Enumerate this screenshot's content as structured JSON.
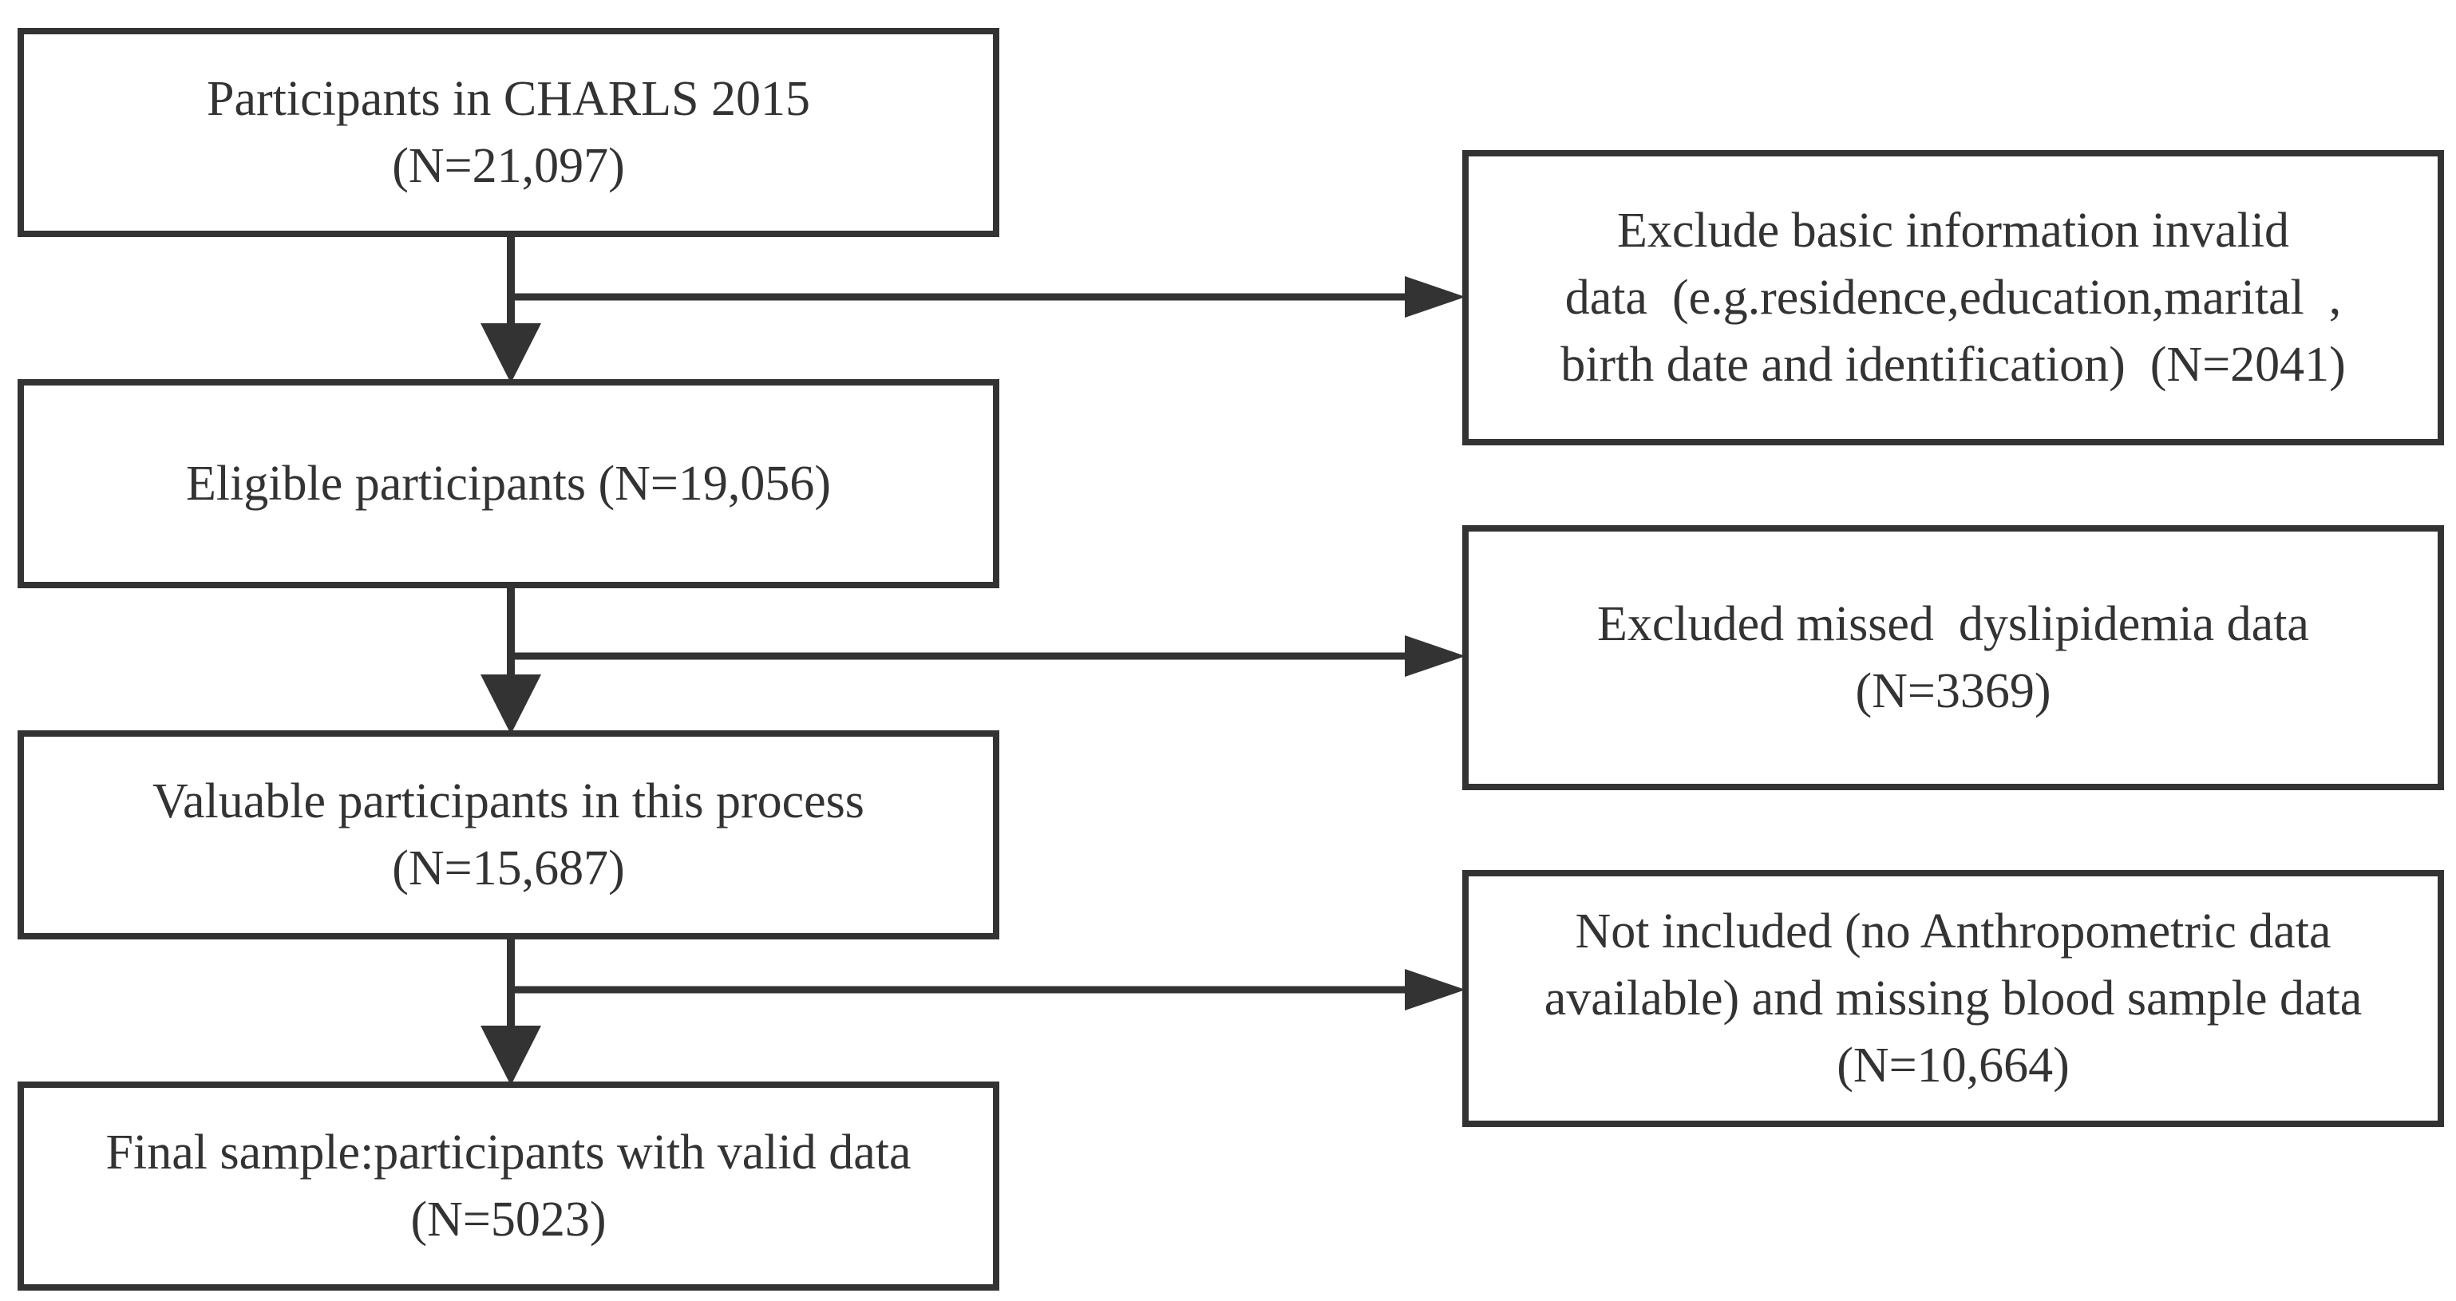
{
  "flowchart": {
    "main_steps": [
      {
        "id": "step-1",
        "lines": [
          "Participants in CHARLS 2015",
          "(N=21,097)"
        ]
      },
      {
        "id": "step-2",
        "lines": [
          "Eligible participants (N=19,056)"
        ]
      },
      {
        "id": "step-3",
        "lines": [
          "Valuable participants in this process",
          "(N=15,687)"
        ]
      },
      {
        "id": "step-4",
        "lines": [
          "Final sample:participants with valid data",
          "(N=5023)"
        ]
      }
    ],
    "exclusions": [
      {
        "id": "exclusion-1",
        "lines": [
          "Exclude basic information invalid",
          "data  (e.g.residence,education,marital  ,",
          "birth date and identification)  (N=2041)"
        ]
      },
      {
        "id": "exclusion-2",
        "lines": [
          "Excluded missed  dyslipidemia data",
          "(N=3369)"
        ]
      },
      {
        "id": "exclusion-3",
        "lines": [
          "Not included (no Anthropometric data",
          "available) and missing blood sample data",
          "(N=10,664)"
        ]
      }
    ]
  },
  "colors": {
    "stroke": "#333333",
    "text": "#333333",
    "background": "#ffffff"
  }
}
